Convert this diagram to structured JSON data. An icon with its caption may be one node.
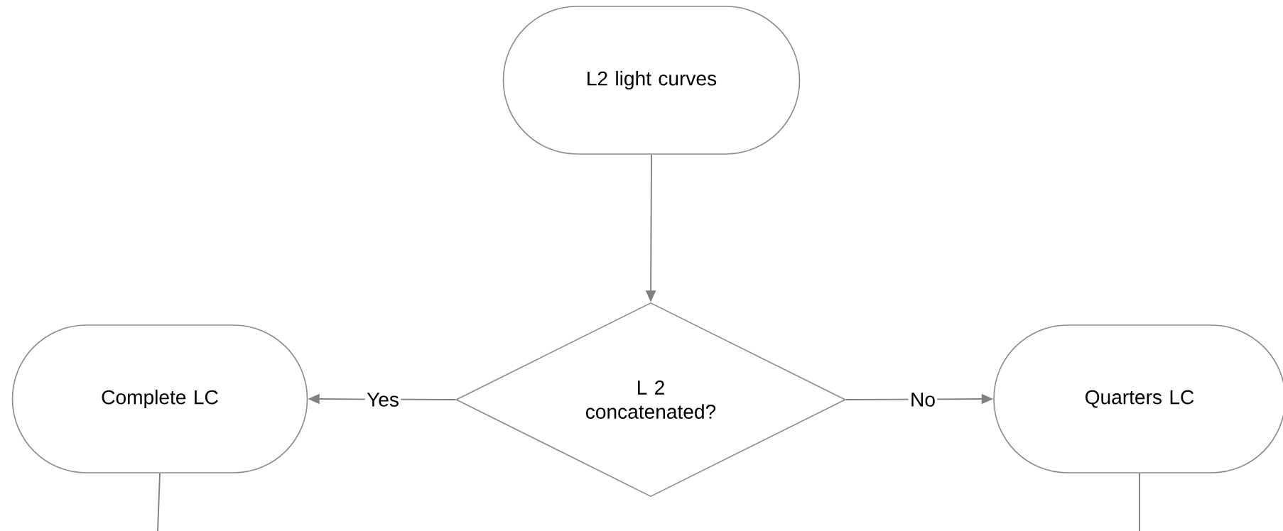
{
  "diagram": {
    "nodes": [
      {
        "text": [
          "L2 light curves"
        ]
      },
      {
        "text": [
          "L 2 concatenated?"
        ]
      },
      {
        "text": [
          "Complete LC"
        ]
      },
      {
        "text": [
          "Quarters LC"
        ]
      }
    ],
    "edges": [
      {
        "from": 0,
        "to": 1,
        "arrow": "to"
      },
      {
        "from": 1,
        "to": 2,
        "arrow": "to",
        "label": "Yes"
      },
      {
        "from": 1,
        "to": 3,
        "arrow": "to",
        "label": "No"
      },
      {
        "from": 2,
        "to": null,
        "arrow": "none"
      },
      {
        "from": 3,
        "to": null,
        "arrow": "none"
      }
    ]
  }
}
